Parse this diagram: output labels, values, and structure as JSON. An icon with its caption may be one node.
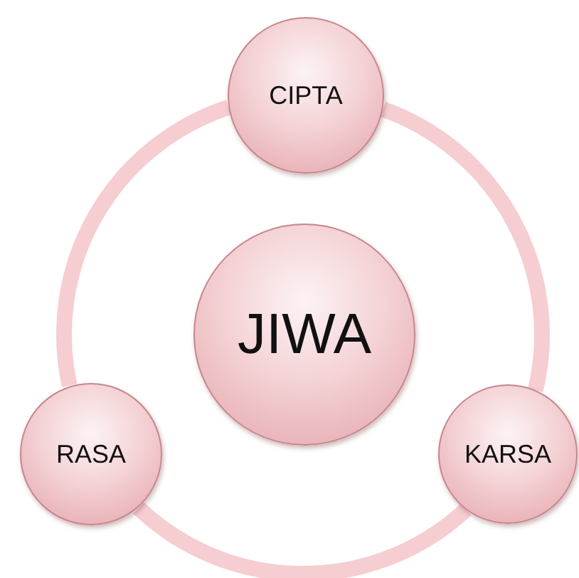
{
  "diagram": {
    "nodes": [
      {
        "text": [
          "JIWA"
        ]
      },
      {
        "text": [
          "CIPTA"
        ]
      },
      {
        "text": [
          "RASA"
        ]
      },
      {
        "text": [
          "KARSA"
        ]
      }
    ],
    "edges": [
      {
        "from": 1,
        "to": 3,
        "arrow": "none"
      },
      {
        "from": 3,
        "to": 2,
        "arrow": "none"
      },
      {
        "from": 2,
        "to": 1,
        "arrow": "none"
      }
    ]
  }
}
